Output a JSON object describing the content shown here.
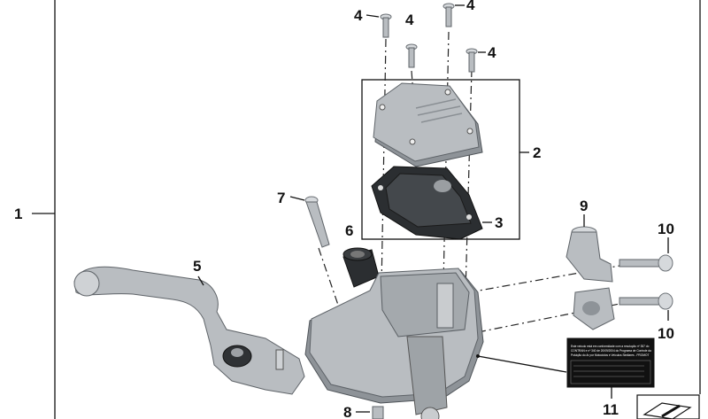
{
  "callouts": [
    "1",
    "2",
    "3",
    "4",
    "4",
    "4",
    "4",
    "5",
    "6",
    "7",
    "8",
    "9",
    "10",
    "10",
    "11"
  ],
  "label_sheet": {
    "lines": [
      "Este veiculo está em conformidade com a resolução nº 357 do",
      "CONTRAN e nº 340 de 20/09/2004 do Programa de Controle da",
      "Poluição do Ar por Motociclos e Veículos Similares - PROMOT"
    ]
  },
  "colors": {
    "metal": "#b9bdc1",
    "metal_dark": "#8e9398",
    "gasket": "#2b2e31",
    "ink": "#111111"
  }
}
